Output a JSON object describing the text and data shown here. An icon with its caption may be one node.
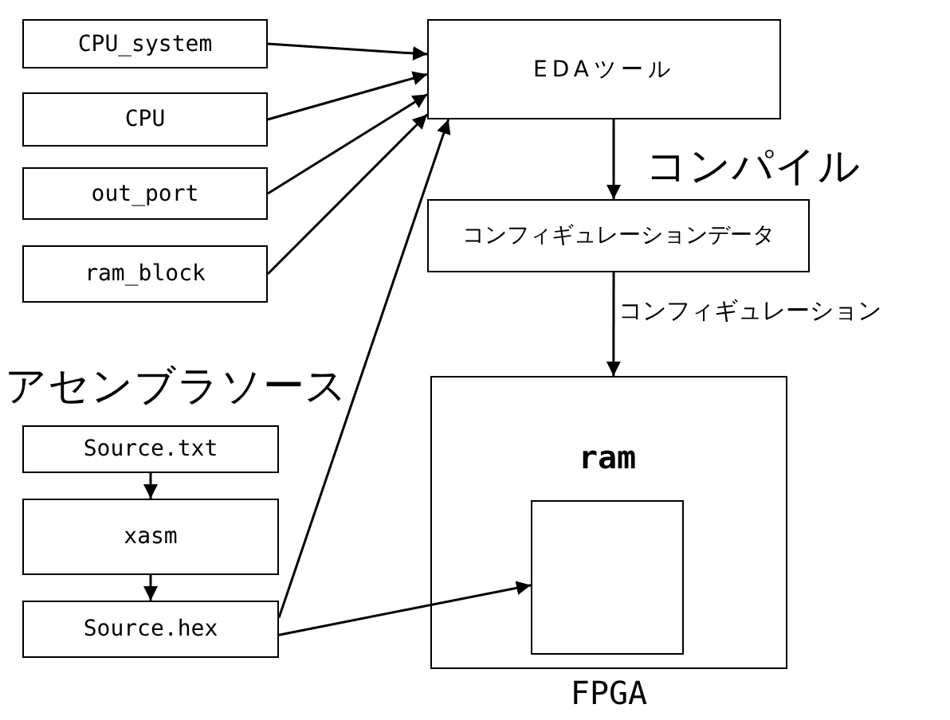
{
  "diagram": {
    "nodes": [
      {
        "text": [
          "CPU_system"
        ]
      },
      {
        "text": [
          "CPU"
        ]
      },
      {
        "text": [
          "out_port"
        ]
      },
      {
        "text": [
          "ram_block"
        ]
      },
      {
        "text": [
          "EDAツール"
        ]
      },
      {
        "text": [
          "コンフィギュレーションデータ"
        ]
      },
      {
        "text": [
          "FPGA"
        ]
      },
      {
        "text": [
          "ram"
        ],
        "in": 6
      },
      {
        "text": [
          "Source.txt"
        ]
      },
      {
        "text": [
          "xasm"
        ]
      },
      {
        "text": [
          "Source.hex"
        ]
      }
    ],
    "edges": [
      {
        "from": 0,
        "to": 4,
        "arrow": "to"
      },
      {
        "from": 1,
        "to": 4,
        "arrow": "to"
      },
      {
        "from": 2,
        "to": 4,
        "arrow": "to"
      },
      {
        "from": 3,
        "to": 4,
        "arrow": "to"
      },
      {
        "from": 10,
        "to": 4,
        "arrow": "to"
      },
      {
        "from": 4,
        "to": 5,
        "arrow": "to",
        "label": "コンパイル"
      },
      {
        "from": 5,
        "to": 6,
        "arrow": "to",
        "label": "コンフィギュレーション"
      },
      {
        "from": 8,
        "to": 9,
        "arrow": "to"
      },
      {
        "from": 9,
        "to": 10,
        "arrow": "to"
      },
      {
        "from": 10,
        "to": 7,
        "arrow": "to"
      }
    ],
    "labels": [
      "アセンブラソース"
    ]
  }
}
